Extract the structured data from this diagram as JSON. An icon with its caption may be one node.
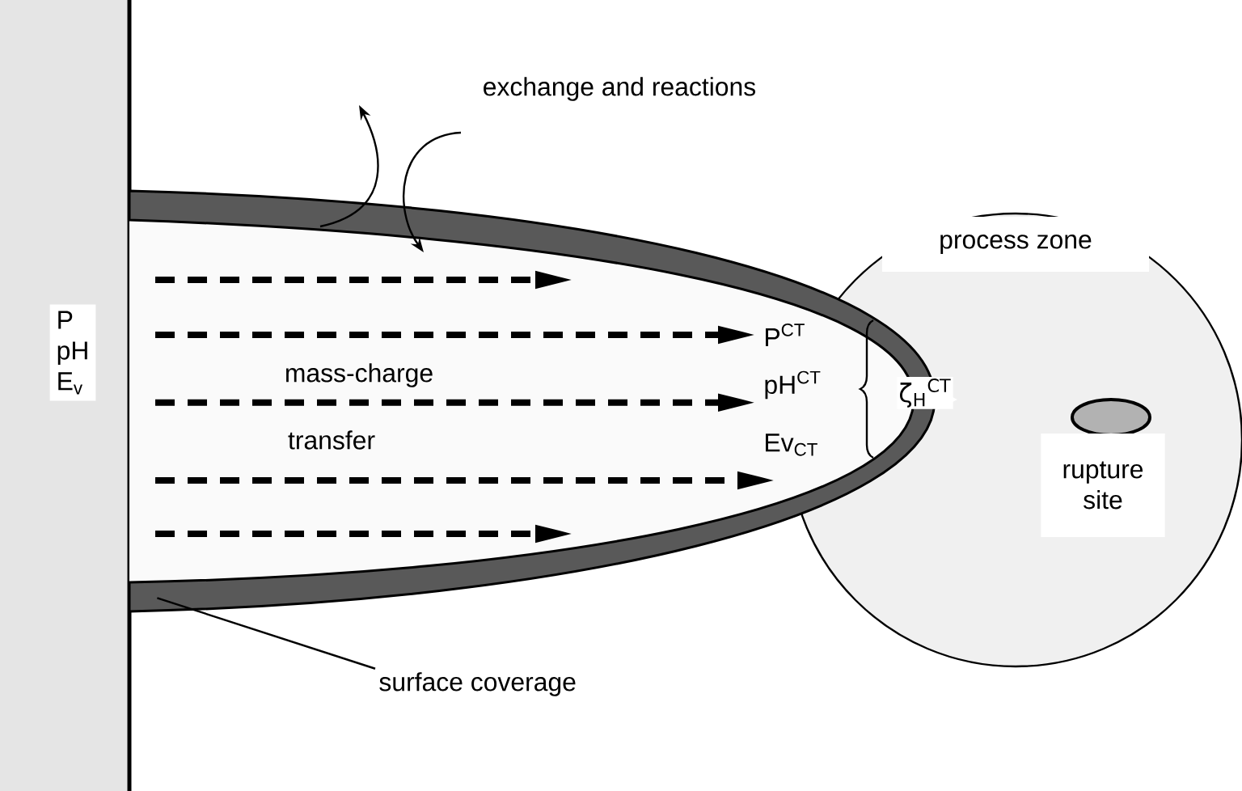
{
  "diagram": {
    "nodes": [
      {
        "text": [
          "P",
          "pH",
          "E$_{v}$"
        ]
      },
      {
        "text": [
          "P$^{CT}$"
        ]
      },
      {
        "text": [
          "pH$^{CT}$"
        ]
      },
      {
        "text": [
          "Ev$_{CT}$"
        ]
      },
      {
        "text": [
          "process zone"
        ]
      },
      {
        "text": [
          "rupture site"
        ],
        "in": 4
      },
      {
        "text": [
          "surface coverage"
        ]
      },
      {
        "text": [],
        "shape": "band"
      }
    ],
    "edges": [
      {
        "from": null,
        "to": 1,
        "arrow": "to",
        "style": "dashed"
      },
      {
        "from": null,
        "to": 2,
        "arrow": "to",
        "style": "dashed"
      },
      {
        "from": 6,
        "to": 7,
        "arrow": "none"
      }
    ],
    "labels": [
      "exchange and reactions",
      "mass-charge",
      "transfer",
      "ζ$_{H}$$^{CT}$"
    ]
  }
}
